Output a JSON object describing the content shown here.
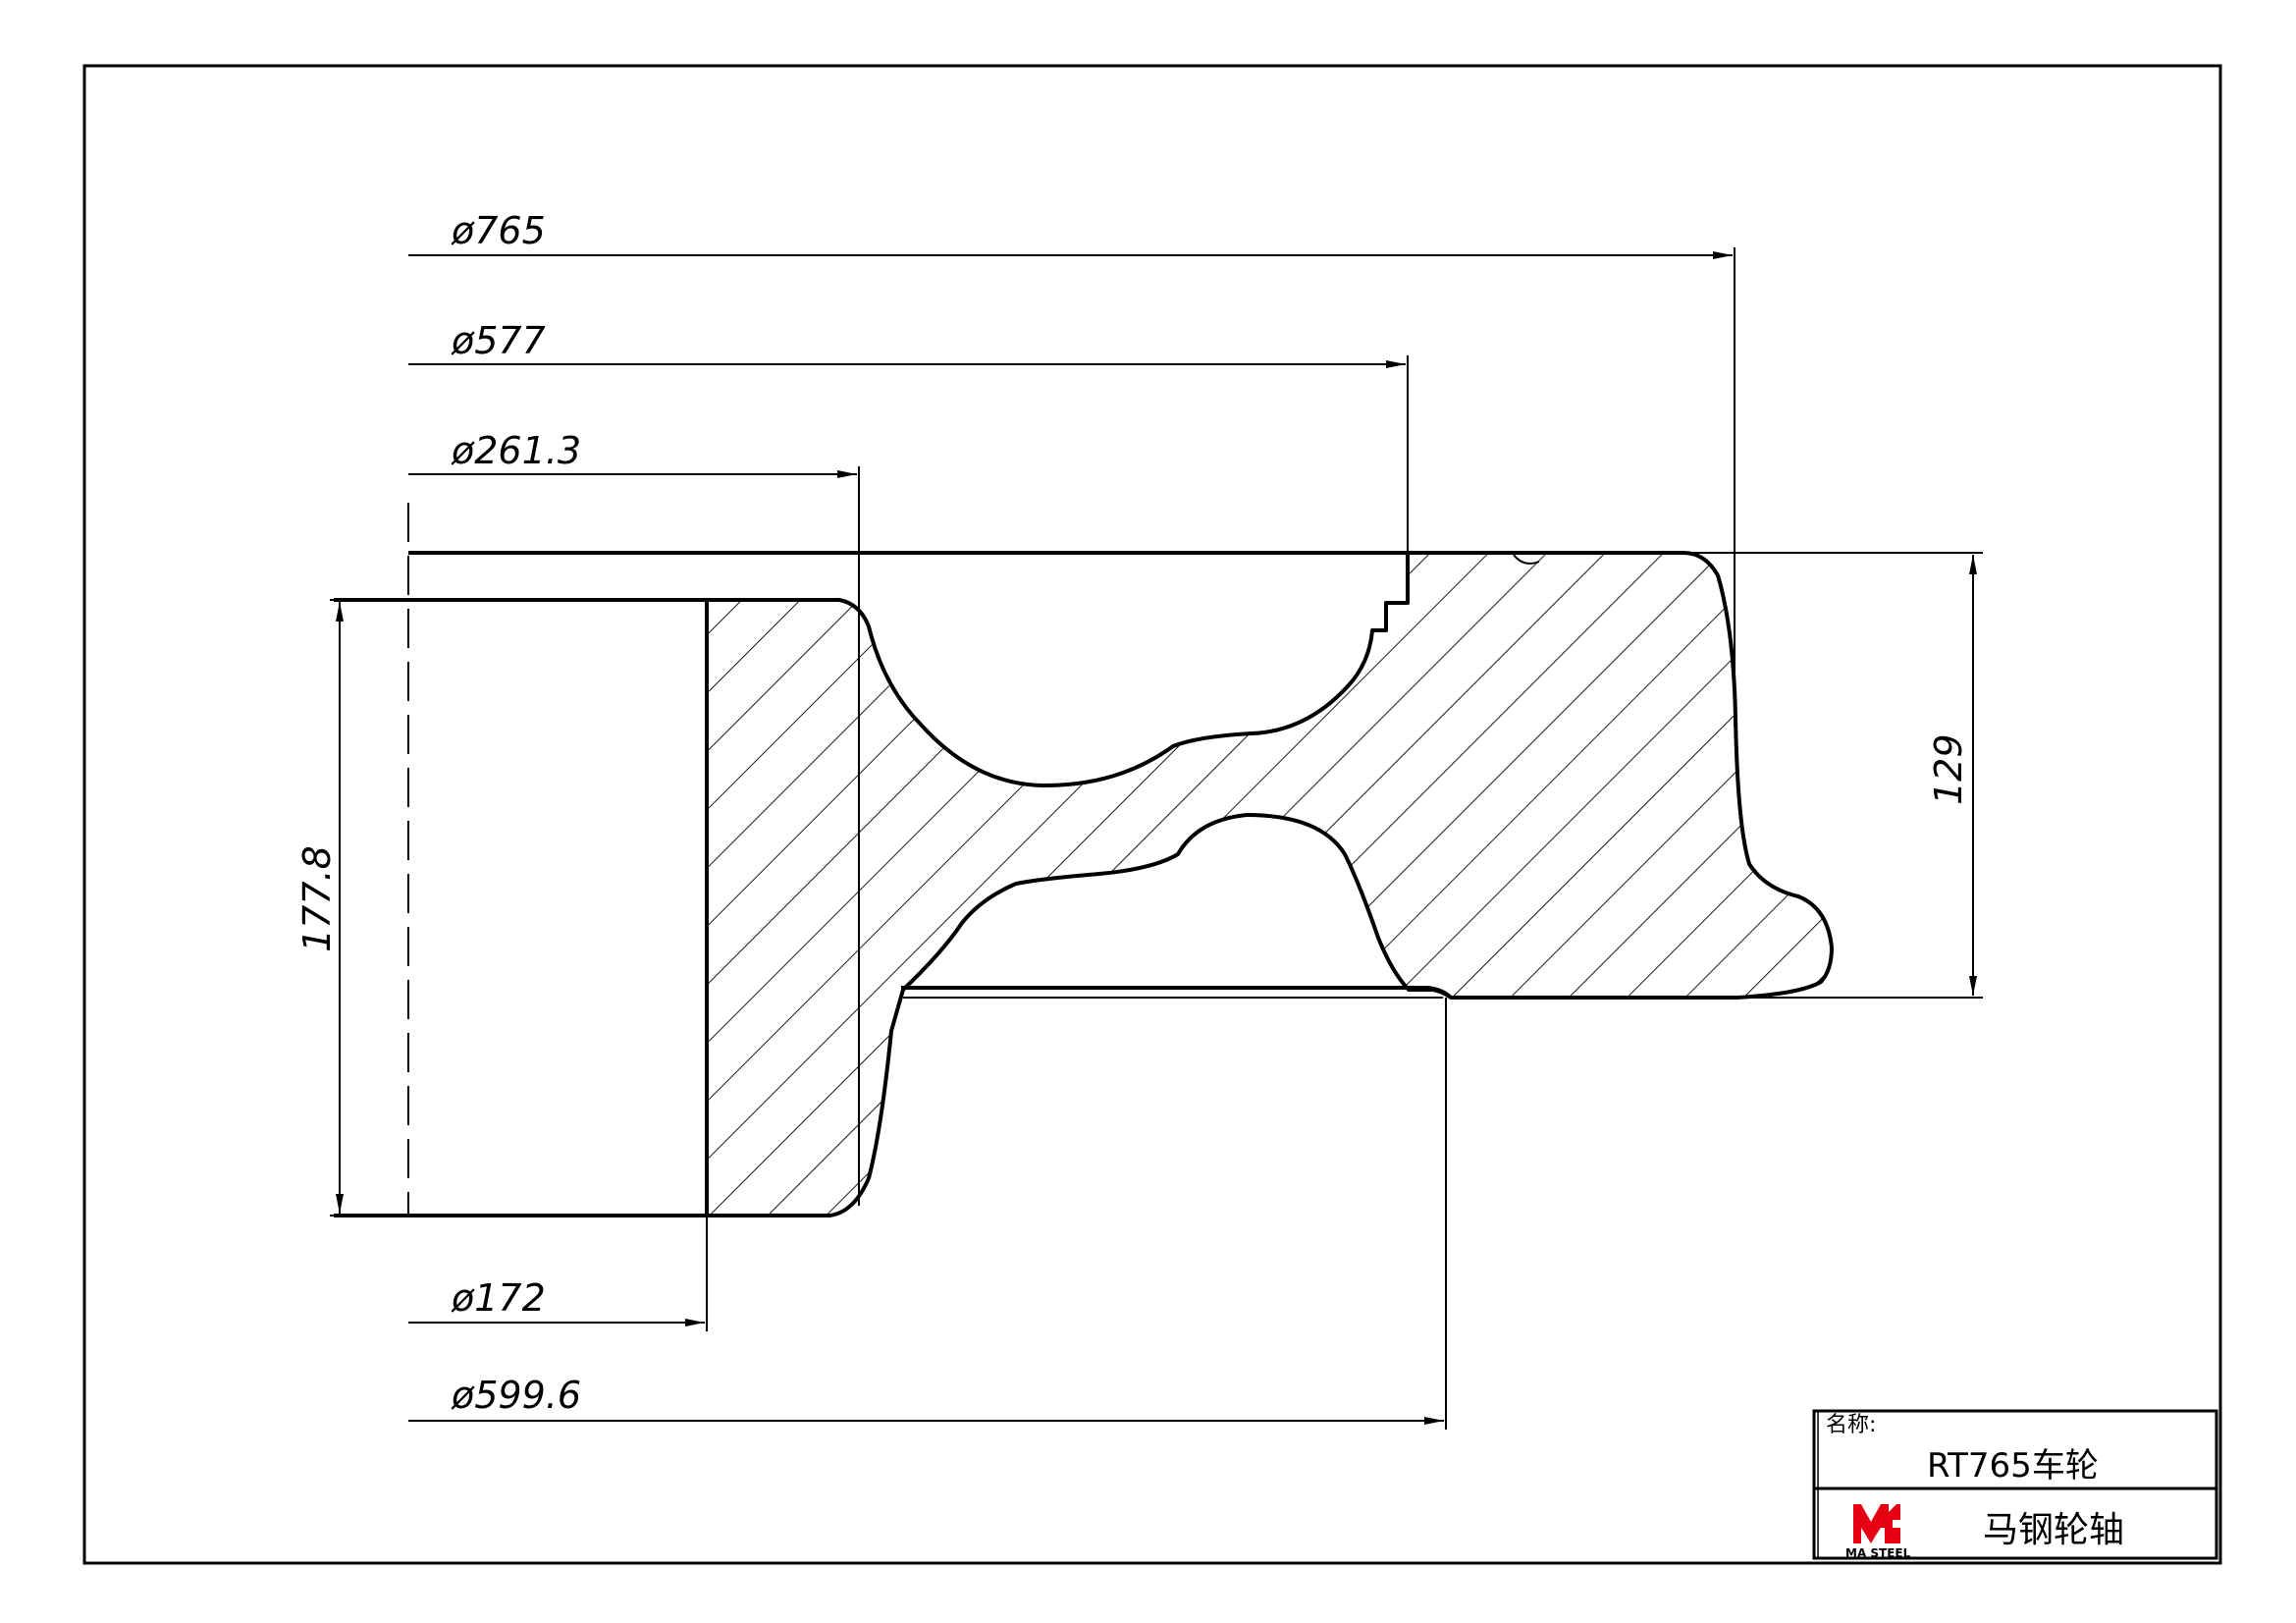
{
  "dimensions": {
    "d765": "ø765",
    "d577": "ø577",
    "d261": "ø261.3",
    "d172": "ø172",
    "d599": "ø599.6",
    "h129": "129",
    "h177": "177.8"
  },
  "title_block": {
    "name_label": "名称:",
    "part_name": "RT765车轮",
    "company": "马钢轮轴",
    "logo_text": "MA STEEL",
    "logo_color": "#e60012"
  }
}
